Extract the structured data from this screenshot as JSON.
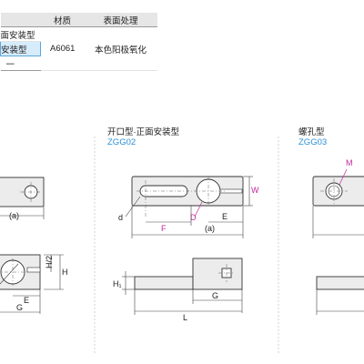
{
  "spec_table": {
    "headers": {
      "type": "",
      "material": "材质",
      "surface": "表面处理"
    },
    "rows": [
      {
        "type": "面安装型",
        "material": "",
        "surface": "",
        "selected": false
      },
      {
        "type": "安装型",
        "material": "A6061",
        "surface": "本色阳极氧化",
        "selected": true
      },
      {
        "type": "一",
        "material": "",
        "surface": "",
        "selected": false
      }
    ]
  },
  "variants": [
    {
      "id": "left",
      "name": "",
      "code": ""
    },
    {
      "id": "zgg02",
      "name": "开口型·正面安装型",
      "code": "ZGG02"
    },
    {
      "id": "zgg03",
      "name": "螺孔型",
      "code": "ZGG03"
    }
  ],
  "dims": {
    "a": "(a)",
    "h2": "H/2",
    "h": "H",
    "e": "E",
    "g": "G",
    "d_small": "d",
    "f": "F",
    "d_big": "D",
    "w": "W",
    "h1": "H₁",
    "l": "L",
    "m": "M"
  },
  "colors": {
    "code_blue": "#2a8fd6",
    "highlight": "#d7ecfb",
    "magenta": "#c0279b"
  }
}
